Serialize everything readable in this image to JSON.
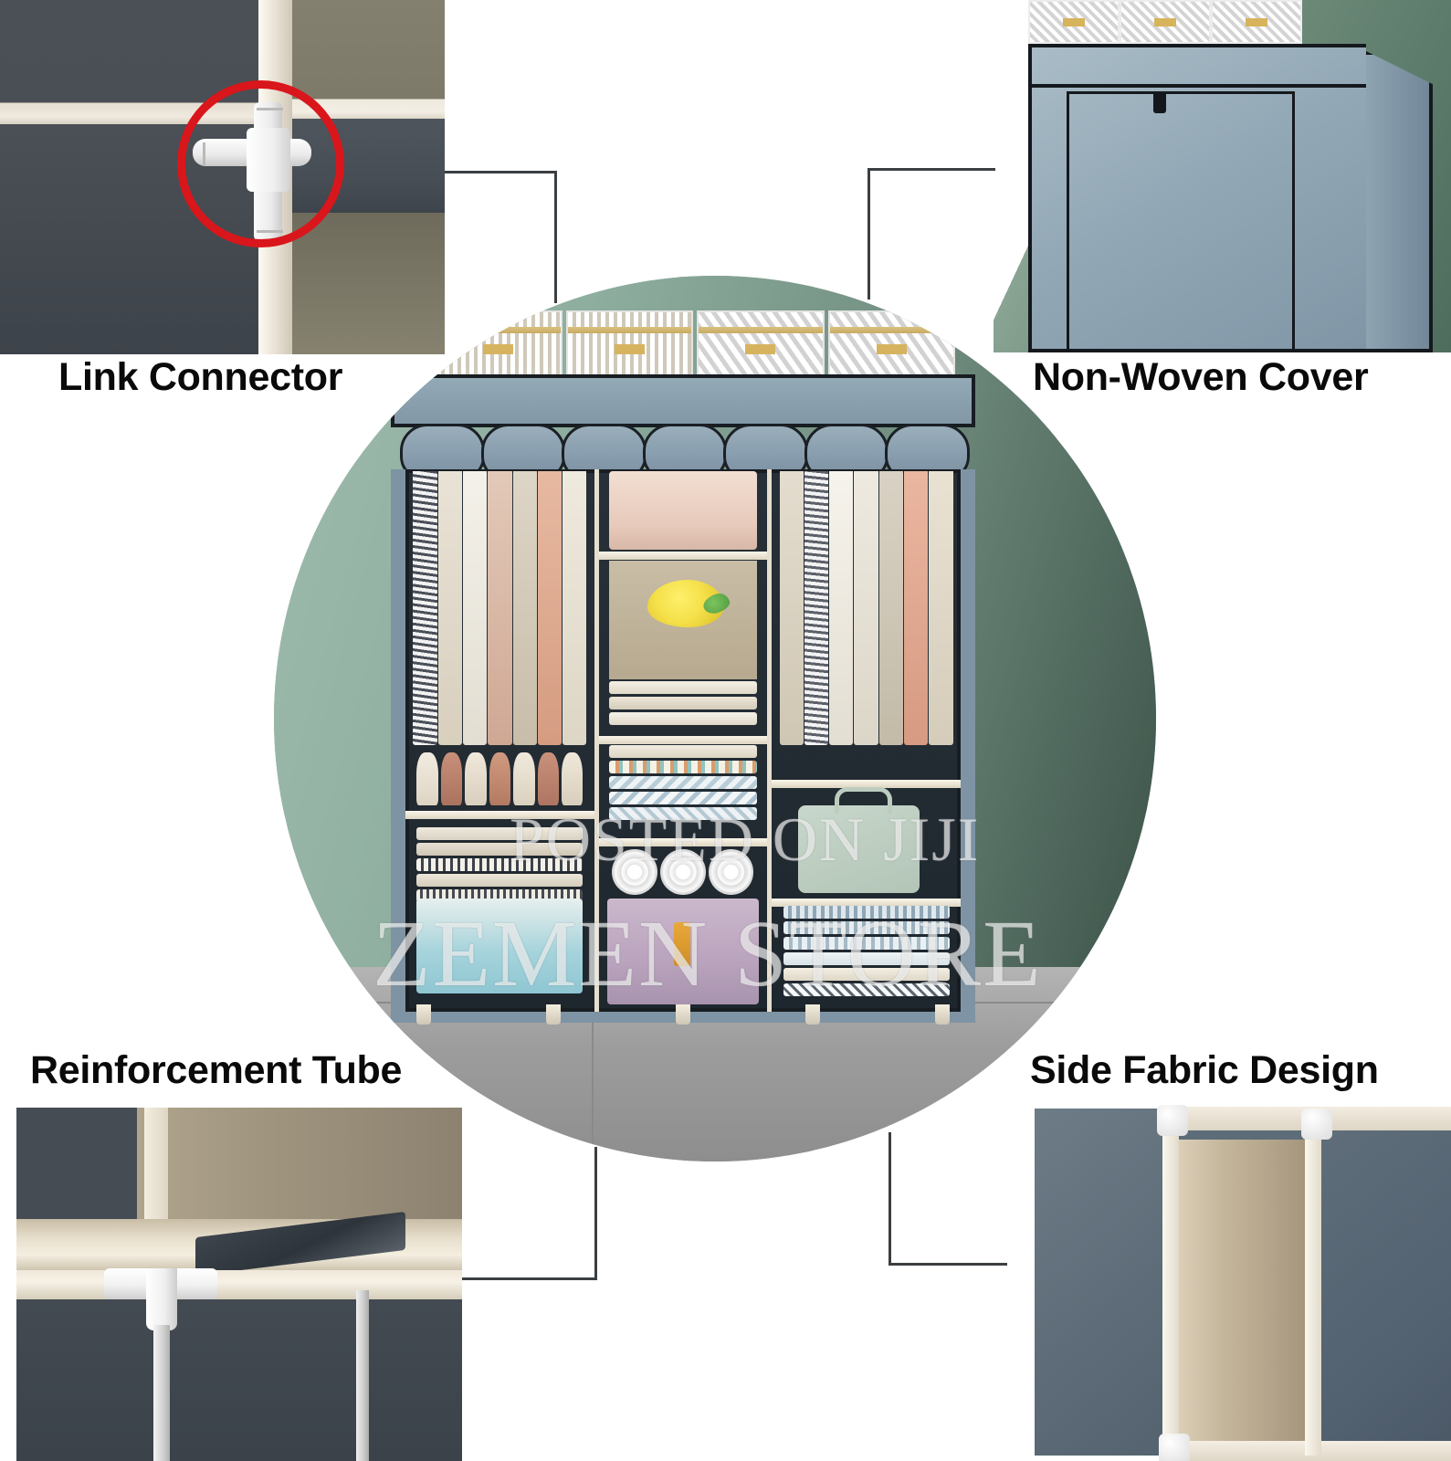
{
  "page": {
    "type": "product-feature-infographic",
    "subject": "Portable non-woven fabric wardrobe closet",
    "background_color": "#ffffff"
  },
  "features": [
    {
      "id": "link-connector",
      "label": "Link Connector",
      "position": "top-left",
      "highlight": {
        "shape": "circle",
        "color": "#d9161b"
      },
      "photo_description": "Close-up of a white plastic T-shaped tube connector joining a beige frame rail to a vertical post, against grey and taupe non-woven fabric panels"
    },
    {
      "id": "non-woven-cover",
      "label": "Non-Woven Cover",
      "position": "top-right",
      "photo_description": "Upper corner of the blue-grey non-woven fabric wardrobe with black seam trim, a zip pull, and patterned storage boxes on top against a green wall"
    },
    {
      "id": "reinforcement-tube",
      "label": "Reinforcement Tube",
      "position": "bottom-left",
      "photo_description": "Interior view of a white T connector, steel leg post and a dark reinforcement tube running under the shelf board"
    },
    {
      "id": "side-fabric-design",
      "label": "Side Fabric Design",
      "position": "bottom-right",
      "photo_description": "Side panel of the wardrobe showing beige inner fabric framed by white rails and joints between blue-grey outer panels"
    }
  ],
  "hero": {
    "shape": "circle",
    "background_color": "#7d9b8d",
    "description": "Blue-grey non-woven portable wardrobe with rolled-up front curtains, hanging clothes on both sides, folded towels and blankets, shoes, storage bins, a lemon plush toy and a suitcase, standing on a grey tile floor against a green wall",
    "top_boxes_count": 4,
    "hanging_sections": 2,
    "shelf_columns": 3
  },
  "watermarks": {
    "top": "POSTED ON JIJI",
    "bottom": "ZEMEN STORE"
  },
  "colors": {
    "caption_text": "#0a0a0a",
    "highlight_ring": "#d9161b",
    "leader_line": "#3b3f42",
    "wall_green": "#7d9b8d",
    "fabric_blue_grey": "#8297a7",
    "fabric_seam": "#181d22",
    "frame_beige": "#e6dfcf"
  }
}
